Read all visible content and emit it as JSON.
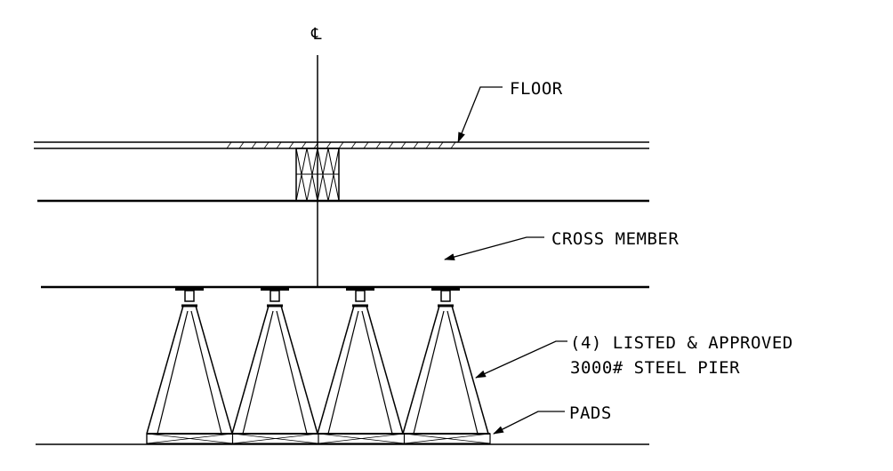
{
  "labels": {
    "centerline": "℄",
    "floor": "FLOOR",
    "cross_member": "CROSS MEMBER",
    "pier_line1": "(4) LISTED & APPROVED",
    "pier_line2": "3000# STEEL PIER",
    "pads": "PADS"
  },
  "pier_count": 4,
  "colors": {
    "line": "#000000",
    "background": "#ffffff"
  }
}
